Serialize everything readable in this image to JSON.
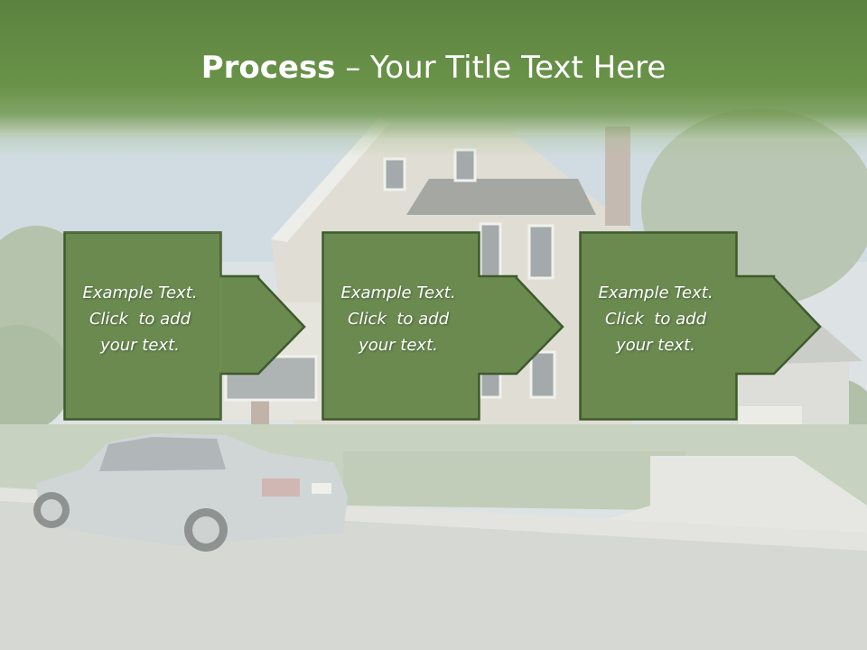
{
  "slide": {
    "title_bold": "Process",
    "title_rest": " – Your Title Text Here",
    "accent_color": "#5e8742",
    "box_fill": "#6a8a50",
    "box_border": "#3f5a2d"
  },
  "steps": [
    {
      "line1": "Example Text.",
      "line2": "Click  to add",
      "line3": "your text."
    },
    {
      "line1": "Example Text.",
      "line2": "Click  to add",
      "line3": "your text."
    },
    {
      "line1": "Example Text.",
      "line2": "Click  to add",
      "line3": "your text."
    }
  ],
  "background": {
    "picture": "house-street-photo"
  }
}
